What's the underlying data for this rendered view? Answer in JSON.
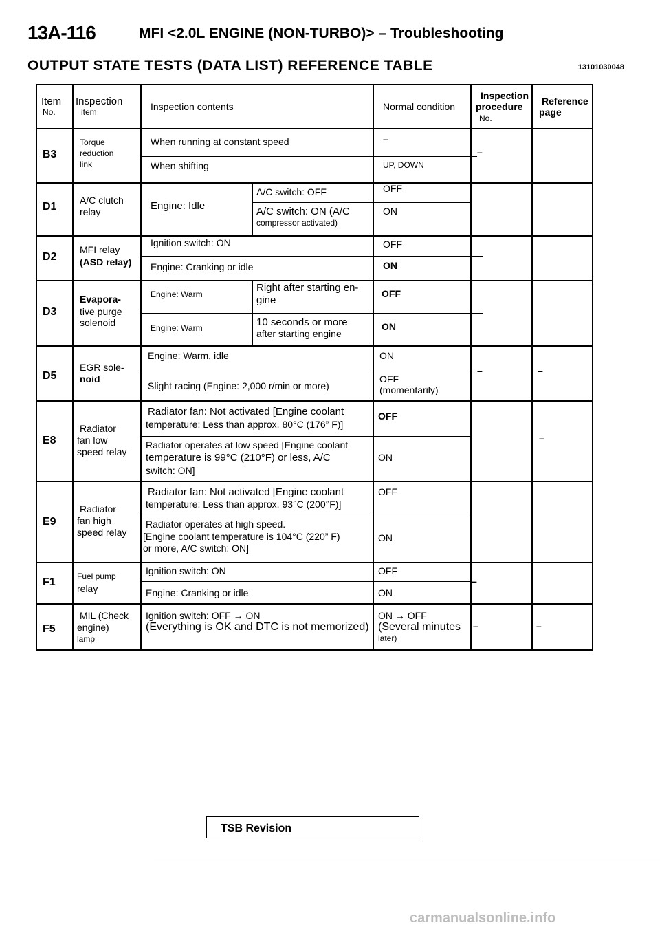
{
  "header": {
    "page_number": "13A-116",
    "title": "MFI <2.0L ENGINE (NON-TURBO)> – Troubleshooting"
  },
  "subheader": {
    "title": "OUTPUT STATE TESTS (DATA LIST) REFERENCE TABLE",
    "code": "13101030048"
  },
  "table": {
    "columns": {
      "item_no": "Item No.",
      "inspection_item": "Inspection item",
      "contents": "Inspection contents",
      "normal": "Normal condition",
      "procedure": "Inspection procedure No.",
      "reference": "Reference page"
    },
    "rows": [
      {
        "no": "B3",
        "item": [
          "Torque",
          "reduction",
          "link"
        ],
        "contents": [
          "When running at constant speed",
          "When shifting"
        ],
        "normal": [
          "–",
          "UP, DOWN"
        ],
        "procedure": "–",
        "reference": ""
      },
      {
        "no": "D1",
        "item": [
          "A/C clutch",
          "relay"
        ],
        "contents_main": "Engine: Idle",
        "contents": [
          "A/C switch: OFF",
          "A/C switch: ON (A/C",
          "compressor activated)"
        ],
        "normal": [
          "OFF",
          "ON"
        ],
        "procedure": "",
        "reference": ""
      },
      {
        "no": "D2",
        "item": [
          "MFI relay",
          "(ASD relay)"
        ],
        "contents": [
          "Ignition switch: ON",
          "Engine: Cranking or idle"
        ],
        "normal": [
          "OFF",
          "ON"
        ],
        "procedure": "",
        "reference": ""
      },
      {
        "no": "D3",
        "item": [
          "Evapora-",
          "tive purge",
          "solenoid"
        ],
        "contents_main": [
          "Engine: Warm",
          "Engine: Warm"
        ],
        "contents": [
          "Right after starting en-",
          "gine",
          "10 seconds or more",
          "after starting engine"
        ],
        "normal": [
          "OFF",
          "ON"
        ],
        "procedure": "",
        "reference": ""
      },
      {
        "no": "D5",
        "item": [
          "EGR sole-",
          "noid"
        ],
        "contents": [
          "Engine: Warm, idle",
          "Slight racing (Engine: 2,000 r/min or more)"
        ],
        "normal": [
          "ON",
          "OFF",
          "(momentarily)"
        ],
        "procedure": "–",
        "reference": "–"
      },
      {
        "no": "E8",
        "item": [
          "Radiator",
          "fan low",
          "speed relay"
        ],
        "contents": [
          "Radiator fan: Not activated [Engine coolant",
          "temperature: Less than approx. 80°C (176” F)]",
          "Radiator operates at low speed [Engine coolant",
          "temperature is 99°C (210°F) or less, A/C",
          "switch: ON]"
        ],
        "normal": [
          "OFF",
          "ON"
        ],
        "procedure": "",
        "reference": "–"
      },
      {
        "no": "E9",
        "item": [
          "Radiator",
          "fan high",
          "speed relay"
        ],
        "contents": [
          "Radiator fan: Not activated [Engine coolant",
          "temperature: Less than approx. 93°C (200°F)]",
          "Radiator operates at high speed.",
          "[Engine coolant temperature is 104°C (220” F)",
          "or more, A/C switch: ON]"
        ],
        "normal": [
          "OFF",
          "ON"
        ],
        "procedure": "",
        "reference": ""
      },
      {
        "no": "F1",
        "item": [
          "Fuel pump",
          "relay"
        ],
        "contents": [
          "Ignition switch: ON",
          "Engine: Cranking or idle"
        ],
        "normal": [
          "OFF",
          "ON"
        ],
        "procedure": "–",
        "reference": ""
      },
      {
        "no": "F5",
        "item": [
          "MIL (Check",
          "engine)",
          "lamp"
        ],
        "contents": [
          "Ignition switch: OFF → ON",
          "(Everything is OK and DTC is not memorized)"
        ],
        "normal": [
          "ON → OFF",
          "(Several minutes",
          "later)"
        ],
        "procedure": "–",
        "reference": "–"
      }
    ]
  },
  "footer": {
    "label": "TSB Revision",
    "watermark": "carmanualsonline.info"
  }
}
